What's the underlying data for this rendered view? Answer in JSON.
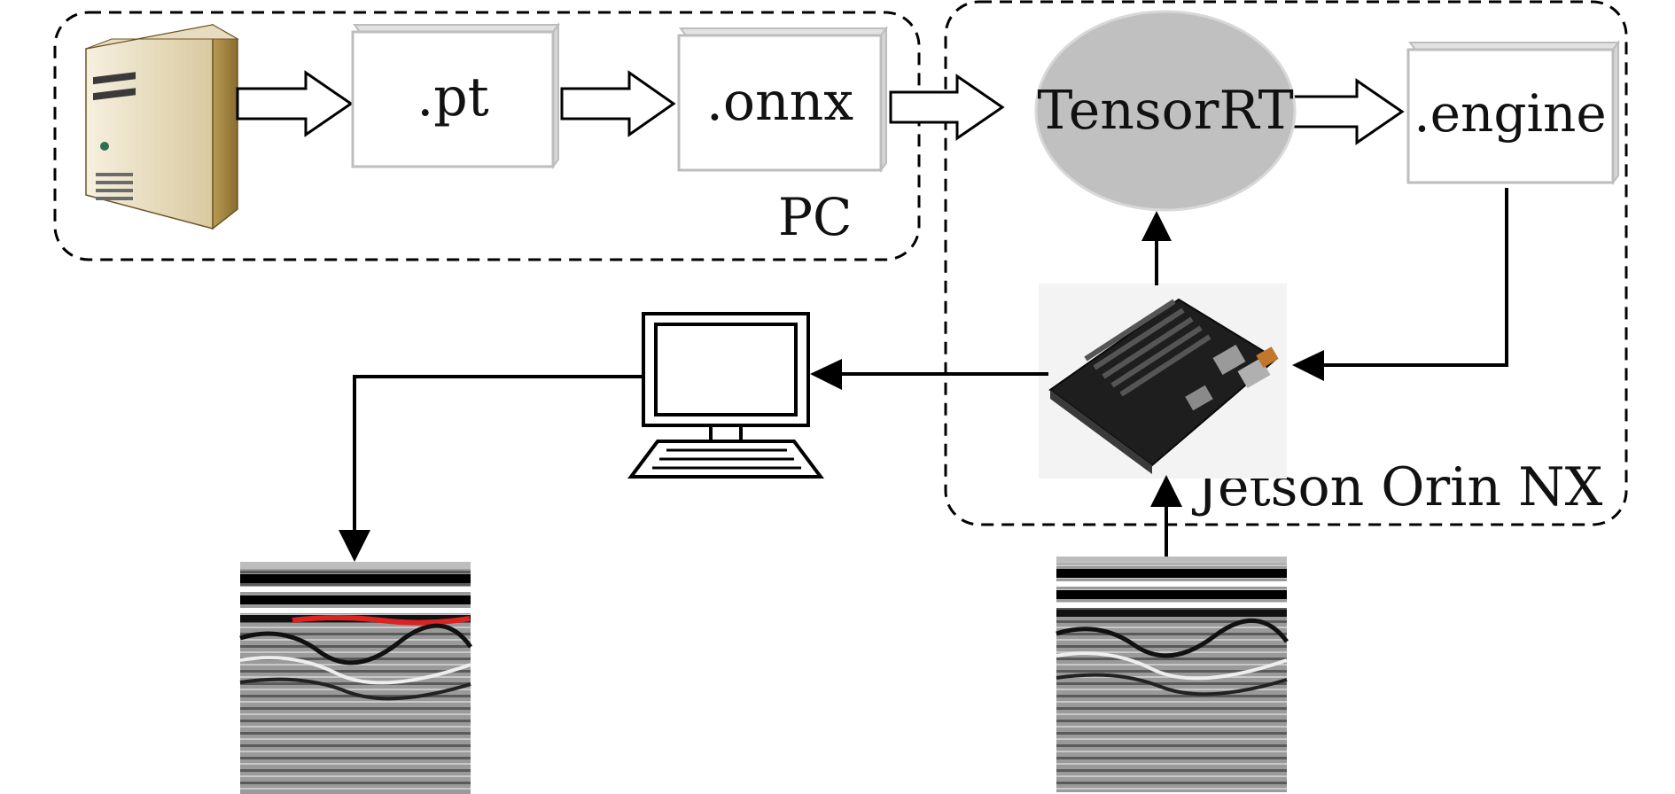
{
  "diagram": {
    "pc_group_label": "PC",
    "jetson_group_label": "Jetson Orin NX",
    "pt_label": ".pt",
    "onnx_label": ".onnx",
    "tensorrt_label": "TensorRT",
    "engine_label": ".engine"
  }
}
